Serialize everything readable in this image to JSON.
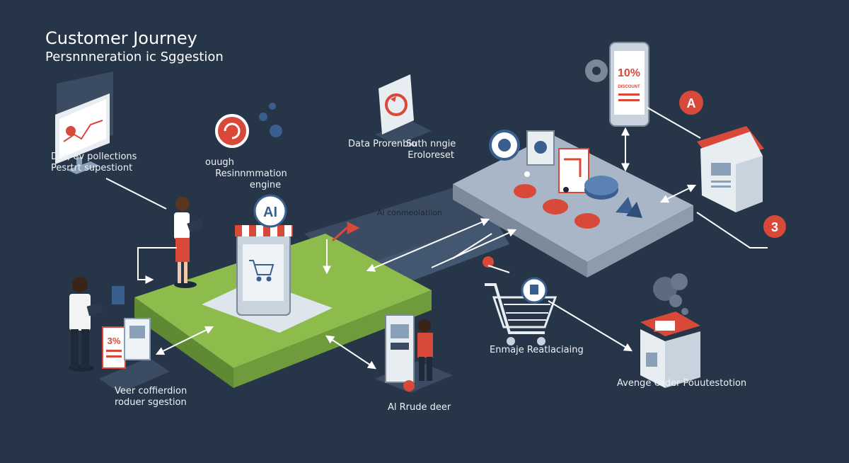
{
  "header": {
    "title": "Customer Journey",
    "subtitle": "Persnnneration ic Sggestion"
  },
  "labels": {
    "data_collections": [
      "Dat, ev pollections",
      "Pesrtrt supestiont"
    ],
    "recommendation_engine": [
      "ouugh",
      "Resinnmmation",
      "engine"
    ],
    "data_processing": "Data Prorenbio",
    "single_enhancer": [
      "Suth nngie",
      "Eroloreset"
    ],
    "ai_connection": "Al conmeoiatiion",
    "user_collection": [
      "Veer coffierdion",
      "roduer sgestion"
    ],
    "ai_product_finder": "Al Rrude deer",
    "enable_retargeting": "Enmaje Reatlaciaing",
    "average_order": "Avenge Order Pouutestotion"
  },
  "badges": {
    "ai": "AI",
    "discount": "10%",
    "discount_sub": "DISCOUNT",
    "letter_a": "A",
    "number_three": "3",
    "percent_tag": "3%"
  },
  "colors": {
    "background": "#263548",
    "platform_green": "#8dbb4c",
    "platform_gray": "#a9b6c7",
    "accent_red": "#d9493a",
    "accent_blue": "#3a5f8f",
    "arrow_white": "#ffffff"
  }
}
